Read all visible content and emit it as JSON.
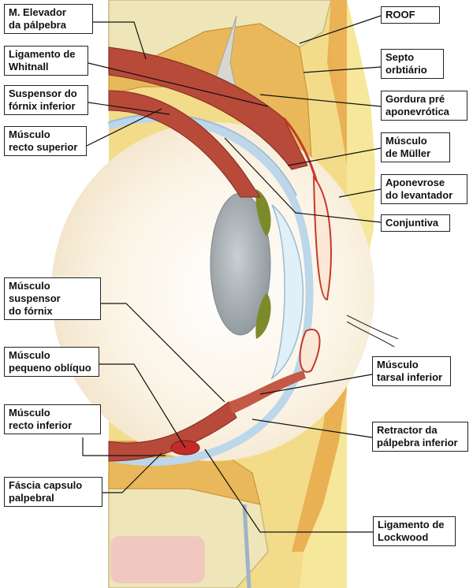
{
  "labels": {
    "elevador": [
      "M. Elevador",
      "da pálpebra"
    ],
    "whitnall": [
      "Ligamento de",
      "Whitnall"
    ],
    "suspensor_sup": [
      "Suspensor do",
      "fórnix inferior"
    ],
    "recto_sup": [
      "Músculo",
      "recto superior"
    ],
    "suspensor_fornix": [
      "Músculo",
      "suspensor",
      "do fórnix"
    ],
    "pequeno_obliquo": [
      "Músculo",
      "pequeno oblíquo"
    ],
    "recto_inf": [
      "Músculo",
      "recto inferior"
    ],
    "fascia": [
      "Fáscia capsulo",
      "palpebral"
    ],
    "roof": [
      "ROOF"
    ],
    "septo": [
      "Septo",
      "orbtiário"
    ],
    "gordura": [
      "Gordura pré",
      "aponevrótica"
    ],
    "muller": [
      "Músculo",
      "de Müller"
    ],
    "aponevrose": [
      "Aponevrose",
      "do levantador"
    ],
    "conjuntiva": [
      "Conjuntiva"
    ],
    "tarsal_inf": [
      "Músculo",
      "tarsal inferior"
    ],
    "retractor": [
      "Retractor da",
      "pálpebra inferior"
    ],
    "lockwood": [
      "Ligamento de",
      "Lockwood"
    ]
  },
  "colors": {
    "fat": "#e9b85a",
    "skin": "#f6e79a",
    "muscle": "#b84a3a",
    "bone": "#eee6b8",
    "sclera": "#f4f6f8",
    "lens": "#9aa3a8",
    "ciliary": "#7c8a2a"
  }
}
